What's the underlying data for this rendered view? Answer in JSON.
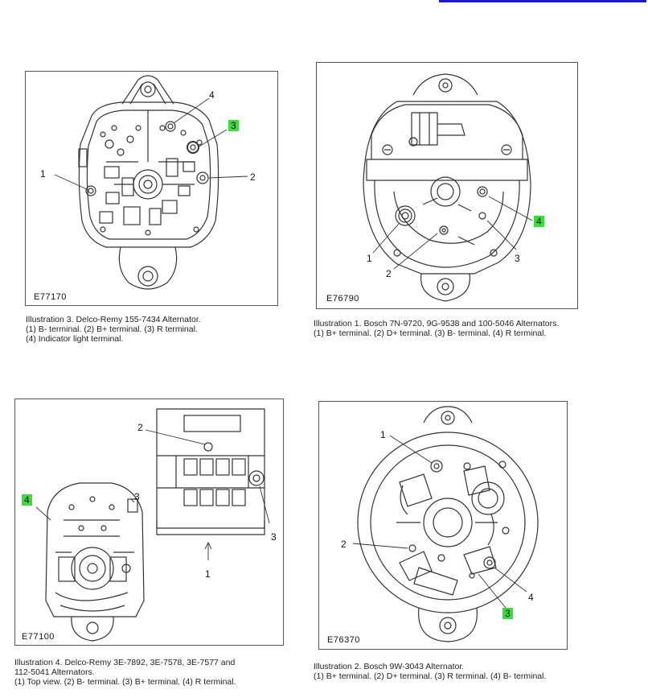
{
  "colors": {
    "highlight": "#3ddc3d",
    "link_bar": "#1a1acc",
    "line": "#333333"
  },
  "panels": [
    {
      "id": "delco-155-7434",
      "code": "E77170",
      "callouts": [
        "1",
        "2",
        "3",
        "4"
      ],
      "highlighted": "3",
      "caption": {
        "title": "Illustration 3. Delco-Remy 155-7434 Alternator.",
        "lines": [
          "(1) B- terminal. (2) B+ terminal. (3) R terminal.",
          "(4) Indicator light terminal."
        ]
      }
    },
    {
      "id": "bosch-7n-9720",
      "code": "E76790",
      "callouts": [
        "1",
        "2",
        "3",
        "4"
      ],
      "highlighted": "4",
      "caption": {
        "title": "Illustration 1. Bosch 7N-9720, 9G-9538 and 100-5046 Alternators.",
        "lines": [
          "(1) B+ terminal. (2) D+ terminal. (3) B- terminal. (4) R terminal."
        ]
      }
    },
    {
      "id": "delco-3e-7892",
      "code": "E77100",
      "callouts": [
        "1",
        "2",
        "3",
        "3",
        "4"
      ],
      "highlighted": "4",
      "caption": {
        "title": "Illustration 4. Delco-Remy 3E-7892, 3E-7578, 3E-7577 and",
        "lines": [
          "112-5041 Alternators.",
          "(1) Top view. (2) B- terminal. (3) B+ terminal. (4) R terminal."
        ]
      }
    },
    {
      "id": "bosch-9w-3043",
      "code": "E76370",
      "callouts": [
        "1",
        "2",
        "3",
        "4"
      ],
      "highlighted": "3",
      "caption": {
        "title": "Illustration 2. Bosch 9W-3043 Alternator.",
        "lines": [
          "(1) B+ terminal. (2) D+ terminal. (3) R terminal. (4) B- terminal."
        ]
      }
    }
  ]
}
